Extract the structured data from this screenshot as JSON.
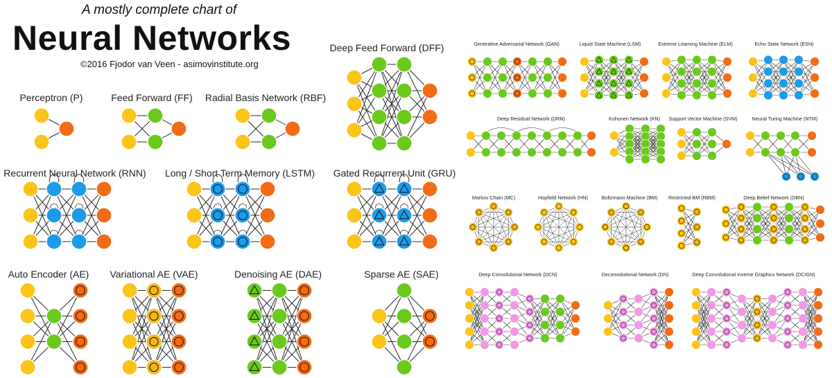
{
  "header": {
    "subtitle": "A mostly complete chart of",
    "title": "Neural Networks",
    "credit": "©2016 Fjodor van Veen - asimovinstitute.org"
  },
  "colors": {
    "input": "#FBC419",
    "hidden": "#6BC91E",
    "output": "#F26B16",
    "recurrent": "#1D9BE8",
    "probabilistic": "#F3B91B",
    "conv": "#F099E6",
    "edge": "#2a2a2a"
  },
  "networks": [
    {
      "key": "p",
      "label": "Perceptron (P)"
    },
    {
      "key": "ff",
      "label": "Feed Forward (FF)"
    },
    {
      "key": "rbf",
      "label": "Radial Basis Network (RBF)"
    },
    {
      "key": "dff",
      "label": "Deep Feed Forward (DFF)"
    },
    {
      "key": "rnn",
      "label": "Recurrent Neural Network (RNN)"
    },
    {
      "key": "lstm",
      "label": "Long / Short Term Memory (LSTM)"
    },
    {
      "key": "gru",
      "label": "Gated Recurrent Unit (GRU)"
    },
    {
      "key": "ae",
      "label": "Auto Encoder (AE)"
    },
    {
      "key": "vae",
      "label": "Variational AE (VAE)"
    },
    {
      "key": "dae",
      "label": "Denoising AE (DAE)"
    },
    {
      "key": "sae",
      "label": "Sparse AE (SAE)"
    },
    {
      "key": "gan",
      "label": "Generative Adversarial Network (GAN)"
    },
    {
      "key": "lsm",
      "label": "Liquid State Machine (LSM)"
    },
    {
      "key": "elm",
      "label": "Extreme Learning Machine (ELM)"
    },
    {
      "key": "esn",
      "label": "Echo State Network (ESN)"
    },
    {
      "key": "drn",
      "label": "Deep Residual Network (DRN)"
    },
    {
      "key": "kn",
      "label": "Kohonen Network (KN)"
    },
    {
      "key": "svm",
      "label": "Support Vector Machine (SVM)"
    },
    {
      "key": "ntm",
      "label": "Neural Turing Machine (NTM)"
    },
    {
      "key": "mc",
      "label": "Markov Chain (MC)"
    },
    {
      "key": "hn",
      "label": "Hopfield Network (HN)"
    },
    {
      "key": "bm",
      "label": "Boltzmann Machine (BM)"
    },
    {
      "key": "rbm",
      "label": "Restricted BM (RBM)"
    },
    {
      "key": "dbn",
      "label": "Deep Belief Network (DBN)"
    },
    {
      "key": "dcn",
      "label": "Deep Convolutional Network (DCN)"
    },
    {
      "key": "dn",
      "label": "Deconvolutional Network (DN)"
    },
    {
      "key": "dcign",
      "label": "Deep Convolutional Inverse Graphics Network (DCIGN)"
    }
  ]
}
